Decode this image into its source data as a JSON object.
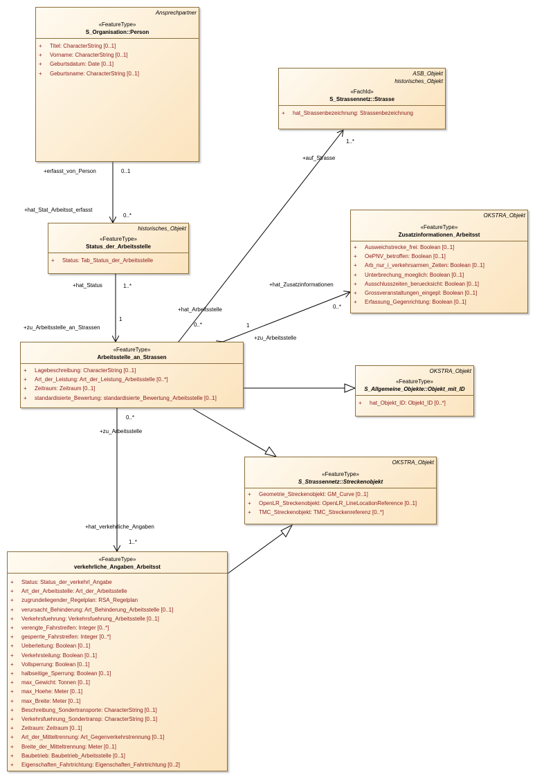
{
  "classes": {
    "person": {
      "tags": [
        "Ansprechpartner"
      ],
      "stereotype": "«FeatureType»",
      "name": "S_Organisation::Person",
      "attributes": [
        "Titel: CharacterString [0..1]",
        "Vorname: CharacterString [0..1]",
        "Geburtsdatum: Date [0..1]",
        "Geburtsname: CharacterString [0..1]"
      ]
    },
    "strasse": {
      "tags": [
        "ASB_Objekt",
        "historisches_Objekt"
      ],
      "stereotype": "«FachId»",
      "name": "S_Strassennetz::Strasse",
      "attributes": [
        "hat_Strassenbezeichnung: Strassenbezeichnung"
      ]
    },
    "status": {
      "tags": [
        "historisches_Objekt"
      ],
      "stereotype": "«FeatureType»",
      "name": "Status_der_Arbeitsstelle",
      "attributes": [
        "Status: Tab_Status_der_Arbeitsstelle"
      ]
    },
    "zusatz": {
      "tags": [
        "OKSTRA_Objekt"
      ],
      "stereotype": "«FeatureType»",
      "name": "Zusatzinformationen_Arbeitsst",
      "attributes": [
        "Ausweichstrecke_frei: Boolean [0..1]",
        "OePNV_betroffen: Boolean [0..1]",
        "Arb_nur_i_verkehrsarmen_Zeiten: Boolean [0..1]",
        "Unterbrechung_moeglich: Boolean [0..1]",
        "Ausschlusszeiten_beruecksicht: Boolean [0..1]",
        "Grossveranstaltungen_eingepl: Boolean [0..1]",
        "Erfassung_Gegenrichtung: Boolean [0..1]"
      ]
    },
    "arbeitsstelle": {
      "tags": [],
      "stereotype": "«FeatureType»",
      "name": "Arbeitsstelle_an_Strassen",
      "attributes": [
        "Lagebeschreibung: CharacterString [0..1]",
        "Art_der_Leistung: Art_der_Leistung_Arbeitsstelle [0..*]",
        "Zeitraum: Zeitraum [0..1]",
        "standardisierte_Bewertung: standardisierte_Bewertung_Arbeitsstelle [0..1]"
      ]
    },
    "objekt_mit_id": {
      "tags": [
        "OKSTRA_Objekt"
      ],
      "stereotype": "«FeatureType»",
      "name": "S_Allgemeine_Objekte::Objekt_mit_ID",
      "attributes": [
        "hat_Objekt_ID: Objekt_ID [0..*]"
      ]
    },
    "streckenobjekt": {
      "tags": [
        "OKSTRA_Objekt"
      ],
      "stereotype": "«FeatureType»",
      "name": "S_Strassennetz::Streckenobjekt",
      "attributes": [
        "Geometrie_Streckenobjekt: GM_Curve [0..1]",
        "OpenLR_Streckenobjekt: OpenLR_LineLocationReference [0..1]",
        "TMC_Streckenobjekt: TMC_Streckenreferenz [0..*]"
      ]
    },
    "verkehr": {
      "tags": [],
      "stereotype": "«FeatureType»",
      "name": "verkehrliche_Angaben_Arbeitsst",
      "attributes": [
        "Status: Status_der_verkehrl_Angabe",
        "Art_der_Arbeitsstelle: Art_der_Arbeitsstelle",
        "zugrundeliegender_Regelplan: RSA_Regelplan",
        "verursacht_Behinderung: Art_Behinderung_Arbeitsstelle [0..1]",
        "Verkehrsfuehrung: Verkehrsfuehrung_Arbeitsstelle [0..1]",
        "verengte_Fahrstreifen: Integer [0..*]",
        "gesperrte_Fahrstreifen: Integer [0..*]",
        "Ueberleitung: Boolean [0..1]",
        "Verkehrsteilung: Boolean [0..1]",
        "Vollsperrung: Boolean [0..1]",
        "halbseitige_Sperrung: Boolean [0..1]",
        "max_Gewicht: Tonnen [0..1]",
        "max_Hoehe: Meter [0..1]",
        "max_Breite: Meter [0..1]",
        "Beschreibung_Sondertransporte: CharacterString [0..1]",
        "Verkehrsfuehrung_Sondertransp: CharacterString [0..1]",
        "Zeitraum: Zeitraum [0..1]",
        "Art_der_Mitteltrennung: Art_Gegenverkehrstrennung [0..1]",
        "Breite_der_Mitteltrennung: Meter [0..1]",
        "Baubetrieb: Baubetrieb_Arbeitsstelle [0..1]",
        "Eigenschaften_Fahrtrichtung: Eigenschaften_Fahrtrichtung [0..2]"
      ]
    }
  },
  "visibility": "+",
  "edge_labels": {
    "person_role": "+erfasst_von_Person",
    "person_mult": "0..1",
    "status_role_top": "+hat_Stat_Arbeitsst_erfasst",
    "status_mult_top": "0..*",
    "status_role": "+hat_Status",
    "status_mult": "1..*",
    "zu_arb_role": "+zu_Arbeitsstelle_an_Strassen",
    "zu_arb_mult": "1",
    "strasse_role": "+auf_Strasse",
    "strasse_mult": "1..*",
    "hat_arb_role": "+hat_Arbeitsstelle",
    "hat_arb_mult": "0..*",
    "zusatz_role": "+hat_Zusatzinformationen",
    "zusatz_mult": "0..*",
    "zusatz_back_mult": "1",
    "zusatz_back_role": "+zu_Arbeitsstelle",
    "verk_mult_top": "0..*",
    "verk_role_top": "+zu_Arbeitsstelle",
    "verk_role": "+hat_verkehrliche_Angaben",
    "verk_mult": "1..*"
  }
}
